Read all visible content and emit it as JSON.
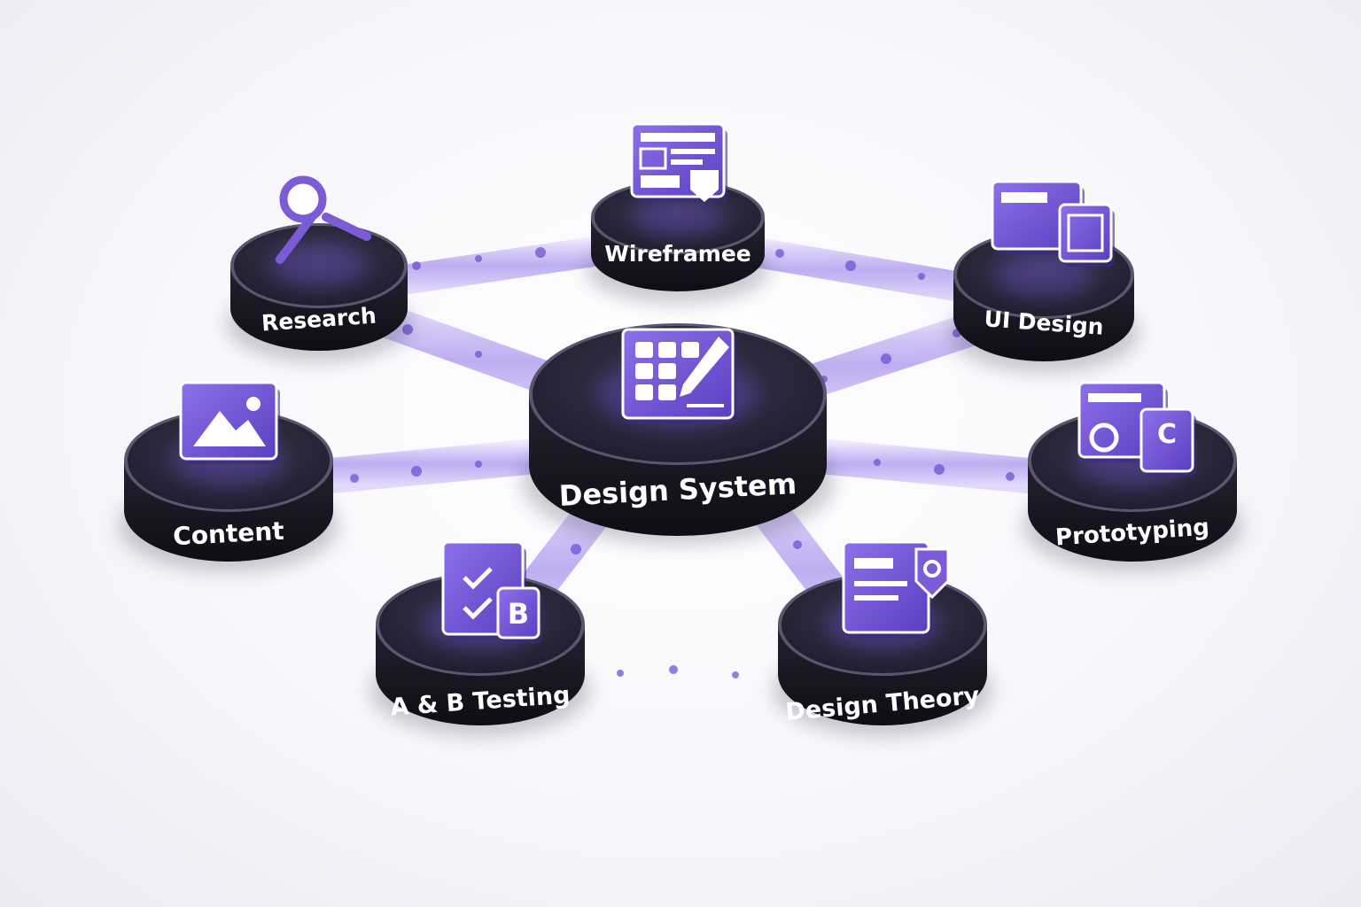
{
  "diagram": {
    "center": {
      "label": "Design System",
      "icon": "design-system-grid-pen-icon"
    },
    "nodes": [
      {
        "id": "wireframe",
        "label": "Wireframee",
        "icon": "wireframe-layout-icon"
      },
      {
        "id": "research",
        "label": "Research",
        "icon": "magnifier-icon"
      },
      {
        "id": "ui-design",
        "label": "UI Design",
        "icon": "ui-screens-icon"
      },
      {
        "id": "content",
        "label": "Content",
        "icon": "image-icon"
      },
      {
        "id": "prototyping",
        "label": "Prototyping",
        "icon": "prototype-screens-icon"
      },
      {
        "id": "ab-testing",
        "label": "A & B Testing",
        "icon": "checklist-b-icon"
      },
      {
        "id": "design-theory",
        "label": "Design Theory",
        "icon": "layout-shield-icon"
      }
    ],
    "colors": {
      "accent": "#7b5cd6",
      "accent_dark": "#5a3fb8",
      "puck_top": "#2c2a3a",
      "puck_side": "#14131d",
      "tube": "#b9a7f0"
    }
  }
}
